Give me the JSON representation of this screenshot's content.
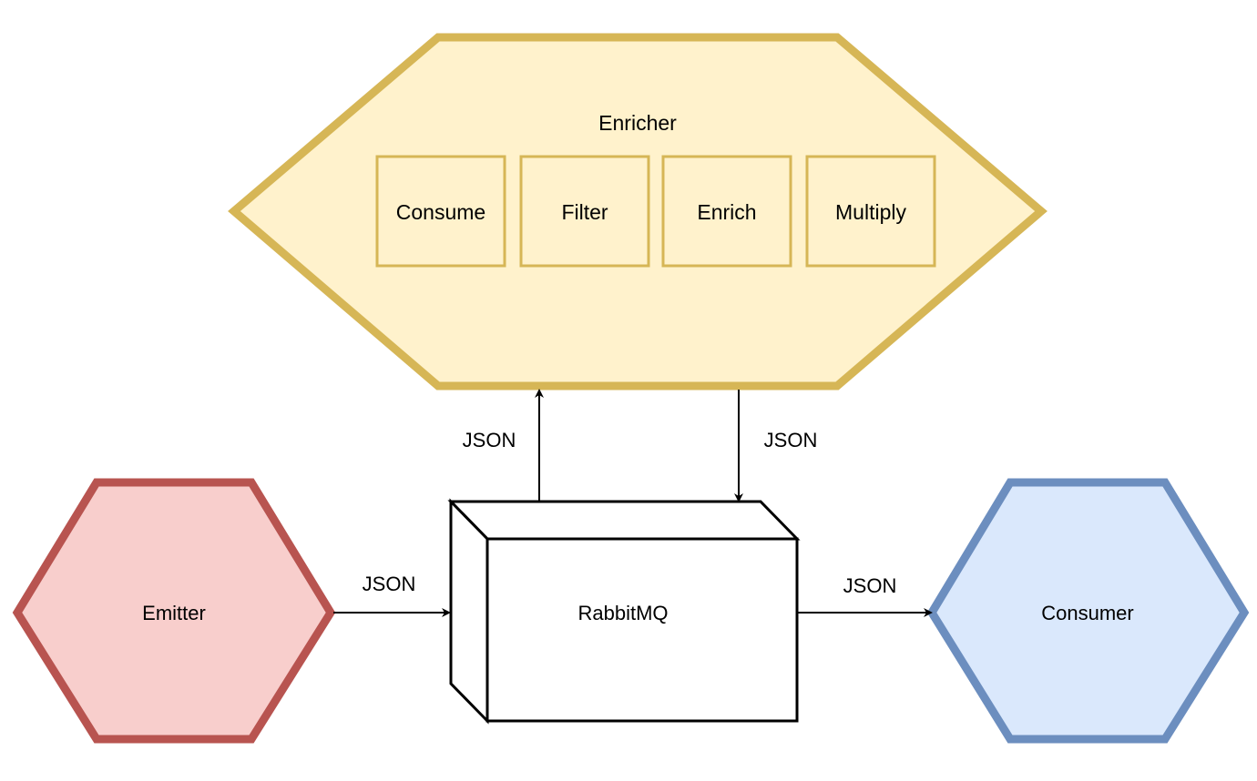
{
  "colors": {
    "enricher_fill": "#fff2cc",
    "enricher_stroke": "#d6b656",
    "emitter_fill": "#f8cecc",
    "emitter_stroke": "#b85450",
    "consumer_fill": "#dae8fc",
    "consumer_stroke": "#6c8ebf",
    "line": "#000000",
    "box_fill": "#ffffff"
  },
  "enricher": {
    "title": "Enricher",
    "steps": [
      "Consume",
      "Filter",
      "Enrich",
      "Multiply"
    ]
  },
  "emitter": {
    "label": "Emitter"
  },
  "queue": {
    "label": "RabbitMQ"
  },
  "consumer": {
    "label": "Consumer"
  },
  "edges": {
    "emitter_to_queue": "JSON",
    "queue_to_enricher": "JSON",
    "enricher_to_queue": "JSON",
    "queue_to_consumer": "JSON"
  }
}
